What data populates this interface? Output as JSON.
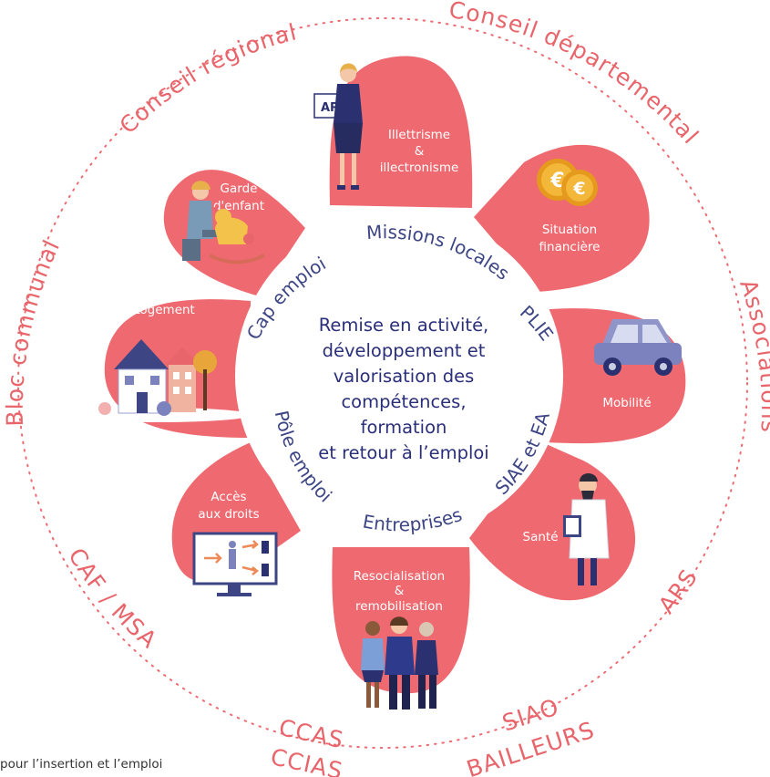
{
  "colors": {
    "petal": "#ee6a70",
    "outer_text": "#e8656b",
    "ring_text": "#3d4584",
    "center_text": "#2a2f7a"
  },
  "center_lines": [
    "Remise en activité,",
    "développement et",
    "valorisation des",
    "compétences,",
    "formation",
    "et retour à l’emploi"
  ],
  "ring_partners": {
    "missions_locales": "Missions locales",
    "plie": "PLIE",
    "siae_ea": "SIAE et EA",
    "entreprises": "Entreprises",
    "pole_emploi": "Pôle emploi",
    "cap_emploi": "Cap emploi"
  },
  "petals": {
    "illettrisme": [
      "Illettrisme",
      "&",
      "illectronisme"
    ],
    "situation": [
      "Situation",
      "financière"
    ],
    "mobilite": [
      "Mobilité"
    ],
    "sante": [
      "Santé"
    ],
    "resocialisation": [
      "Resocialisation",
      "&",
      "remobilisation"
    ],
    "acces": [
      "Accès",
      "aux droits"
    ],
    "logement": [
      "Logement"
    ],
    "garde": [
      "Garde",
      "d'enfant"
    ]
  },
  "outer_actors": {
    "conseil_regional": "Conseil régional",
    "conseil_departemental": "Conseil départemental",
    "associations": "Associations",
    "ars": "ARS",
    "siao": "SIAO",
    "bailleurs": "BAILLEURS",
    "ccas": "CCAS",
    "ccias": "CCIAS",
    "caf_msa": "CAF / MSA",
    "bloc_communal": "Bloc communal"
  },
  "icons": {
    "teacher": "teacher-with-ar-card-icon",
    "coins": "euro-coins-icon",
    "car": "car-icon",
    "doctor": "doctor-icon",
    "people": "group-of-people-icon",
    "screen": "computer-screen-icon",
    "house": "houses-icon",
    "child": "child-rocking-horse-icon"
  },
  "teacher_card": "AR",
  "footer": "pour l’insertion et l’emploi"
}
